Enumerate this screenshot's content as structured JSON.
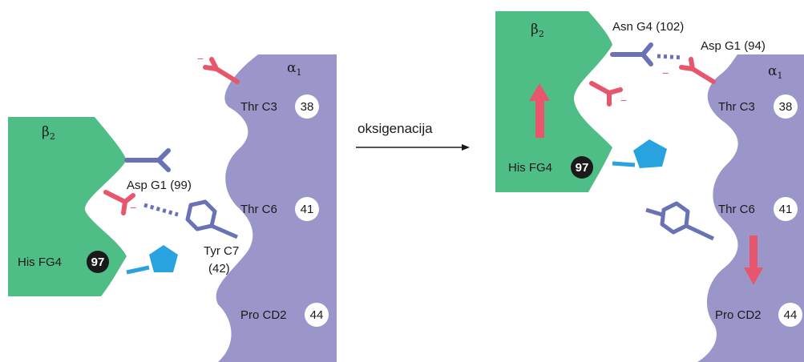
{
  "colors": {
    "green": "#4fbd86",
    "purple": "#9b96c9",
    "red": "#e8566e",
    "blue": "#6872b4",
    "cyan": "#29a3df"
  },
  "left": {
    "beta_label": "β",
    "beta_sub": "2",
    "alpha_label": "α",
    "alpha_sub": "1",
    "his": {
      "name": "His FG4",
      "num": "97"
    },
    "asp": "Asp G1 (99)",
    "tyr_line1": "Tyr C7",
    "tyr_line2": "(42)",
    "thr38": {
      "name": "Thr C3",
      "num": "38"
    },
    "thr41": {
      "name": "Thr C6",
      "num": "41"
    },
    "pro44": {
      "name": "Pro CD2",
      "num": "44"
    },
    "charge": "−"
  },
  "arrow": {
    "label": "oksigenacija"
  },
  "right": {
    "beta_label": "β",
    "beta_sub": "2",
    "alpha_label": "α",
    "alpha_sub": "1",
    "asn": "Asn G4 (102)",
    "asp": "Asp G1 (94)",
    "his": {
      "name": "His FG4",
      "num": "97"
    },
    "thr38": {
      "name": "Thr C3",
      "num": "38"
    },
    "thr41": {
      "name": "Thr C6",
      "num": "41"
    },
    "pro44": {
      "name": "Pro CD2",
      "num": "44"
    },
    "charge": "−"
  }
}
